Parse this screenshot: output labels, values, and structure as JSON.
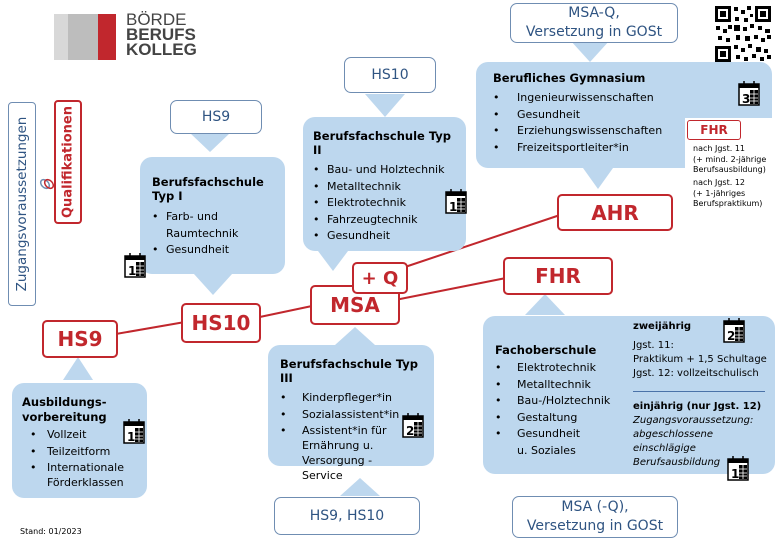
{
  "logo": {
    "lines": [
      "BÖRDE",
      "BERUFS",
      "KOLLEG"
    ]
  },
  "side_labels": {
    "zugang": "Zugangsvoraussetzungen",
    "qualifikationen": "Qualifikationen"
  },
  "requirements": {
    "msa_gost_top": [
      "MSA-Q,",
      "Versetzung in GOSt"
    ],
    "hs10_top": "HS10",
    "hs9_top": "HS9",
    "hs9_hs10_bottom": "HS9, HS10",
    "msa_gost_bottom": [
      "MSA (-Q),",
      "Versetzung in GOSt"
    ]
  },
  "qualifications": {
    "hs9": "HS9",
    "hs10": "HS10",
    "msa": "MSA",
    "plus_q": "+ Q",
    "fhr": "FHR",
    "ahr": "AHR"
  },
  "cards": {
    "bfs1": {
      "title": "Berufsfachschule Typ I",
      "items": [
        "Farb- und Raumtechnik",
        "Gesundheit"
      ],
      "years": "1"
    },
    "bfs2": {
      "title": "Berufsfachschule Typ II",
      "items": [
        "Bau- und Holztechnik",
        "Metalltechnik",
        "Elektrotechnik",
        "Fahrzeugtechnik",
        "Gesundheit"
      ],
      "years": "1"
    },
    "bg": {
      "title": "Berufliches Gymnasium",
      "items": [
        "Ingenieurwissenschaften",
        "Gesundheit",
        "Erziehungswissenschaften",
        "Freizeitsportleiter*in"
      ],
      "years": "3"
    },
    "av": {
      "title": "Ausbildungs-vorbereitung",
      "items": [
        "Vollzeit",
        "Teilzeitform",
        "Internationale Förderklassen"
      ],
      "years": "1"
    },
    "bfs3": {
      "title": "Berufsfachschule Typ III",
      "items": [
        "Kinderpfleger*in",
        "Sozialassistent*in",
        "Assistent*in für Ernährung u. Versorgung - Service"
      ],
      "years": "2"
    },
    "fos": {
      "title": "Fachoberschule",
      "items": [
        "Elektrotechnik",
        "Metalltechnik",
        "Bau-/Holztechnik",
        "Gestaltung",
        "Gesundheit u. Soziales"
      ],
      "zweijaehrig": "zweijährig",
      "jg11_label": "Jgst. 11:",
      "jg11_text": "Praktikum + 1,5 Schultage",
      "jg12_text": "Jgst. 12: vollzeitschulisch",
      "einjaehrig": "einjährig (nur Jgst. 12)",
      "zugang_label": "Zugangsvoraussetzung:",
      "zugang_text": [
        "abgeschlossene",
        "einschlägige",
        "Berufsausbildung"
      ],
      "years_two": "2",
      "years_one": "1"
    }
  },
  "bg_fhr": {
    "badge": "FHR",
    "note1": [
      "nach Jgst. 11",
      "(+ mind. 2-jährige",
      "Berufsausbildung)"
    ],
    "note2": [
      "nach Jgst. 12",
      "(+ 1-jähriges",
      "Berufspraktikum)"
    ]
  },
  "footer": {
    "stand": "Stand: 01/2023"
  },
  "colors": {
    "accent_red": "#c1272d",
    "card_blue": "#bdd7ee",
    "text_blue": "#2f5482",
    "arrow_blue": "#bdd7ee"
  }
}
